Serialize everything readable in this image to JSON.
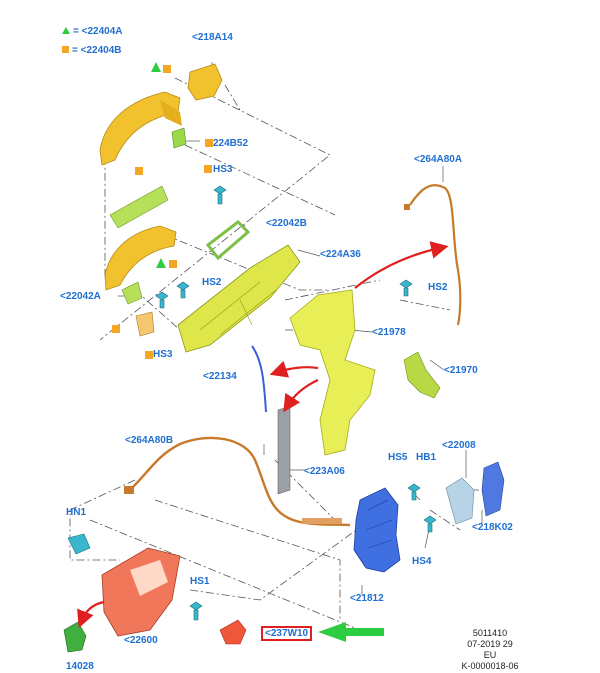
{
  "legend": [
    {
      "marker": "green-triangle",
      "text": "= <22404A"
    },
    {
      "marker": "orange-square",
      "text": "= <22404B"
    }
  ],
  "labels": {
    "l218A14": "<218A14",
    "l224B52": "224B52",
    "hs3_top": "HS3",
    "l22042B": "<22042B",
    "l224A36": "<224A36",
    "l264A80A": "<264A80A",
    "hs2_right": "HS2",
    "hs2_left": "HS2",
    "l22042A": "<22042A",
    "l21978": "<21978",
    "hs3_bottom": "HS3",
    "l21970": "<21970",
    "l22134": "<22134",
    "l264A80B": "<264A80B",
    "l22008": "<22008",
    "hs5": "HS5",
    "hb1": "HB1",
    "l223A06": "<223A06",
    "l218K02": "<218K02",
    "hn1": "HN1",
    "hs4": "HS4",
    "l21812": "<21812",
    "hs1": "HS1",
    "l22600": "<22600",
    "l237W10": "<237W10",
    "l14028": "14028"
  },
  "footer": {
    "line1": "5011410",
    "line2": "07-2019 29",
    "line3": "EU",
    "line4": "K-0000018-06"
  },
  "colors": {
    "label_blue": "#1f6fd1",
    "handle_gold": "#f2c12e",
    "bracket_yellow": "#dfe64a",
    "panel_yellow": "#e8ee55",
    "latch_blue": "#3f6fe0",
    "cable_orange": "#c8792a",
    "arrow_red": "#e02020",
    "highlight_green": "#2ecc40",
    "inner_handle_red": "#f0775a",
    "clip_teal": "#2aa5b8"
  }
}
